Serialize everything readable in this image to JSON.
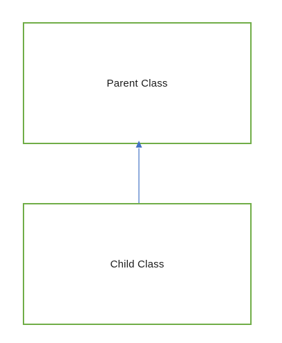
{
  "diagram": {
    "parent": {
      "label": "Parent Class"
    },
    "child": {
      "label": "Child Class"
    },
    "connector": {
      "from": "child",
      "to": "parent",
      "style": "arrow"
    }
  },
  "colors": {
    "box_border": "#70ad47",
    "arrow": "#4472c4",
    "text": "#1a1a1a"
  }
}
